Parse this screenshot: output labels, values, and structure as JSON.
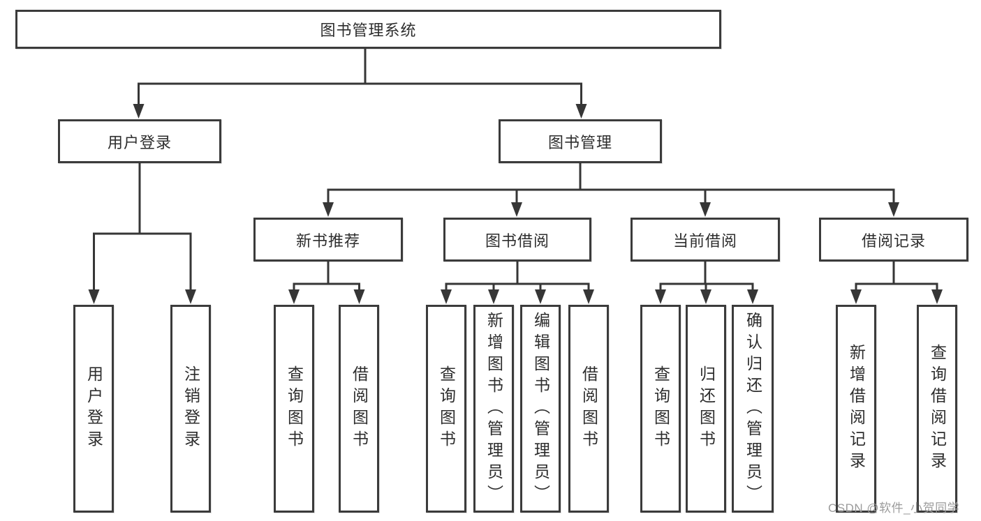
{
  "diagram": {
    "root": {
      "label": "图书管理系统"
    },
    "level2": {
      "user_login": "用户登录",
      "book_management": "图书管理"
    },
    "level3": {
      "new_book_recommend": "新书推荐",
      "book_borrowing": "图书借阅",
      "current_borrowing": "当前借阅",
      "borrowing_records": "借阅记录"
    },
    "leaves": {
      "user_login": "用户登录",
      "logout": "注销登录",
      "query_books_recommend": "查询图书",
      "borrow_books_recommend": "借阅图书",
      "query_books_borrowing": "查询图书",
      "add_books_admin": "新增图书（管理员）",
      "edit_books_admin": "编辑图书（管理员）",
      "borrow_books_borrowing": "借阅图书",
      "query_books_current": "查询图书",
      "return_books": "归还图书",
      "confirm_return_admin": "确认归还（管理员）",
      "add_borrow_record": "新增借阅记录",
      "query_borrow_record": "查询借阅记录"
    },
    "watermark": "CSDN @软件_小贺同学",
    "colors": {
      "line": "#363636",
      "box_border": "#3b3b3b",
      "text": "#2d2d2d",
      "watermark": "#9b9b9b",
      "background": "#ffffff"
    }
  }
}
